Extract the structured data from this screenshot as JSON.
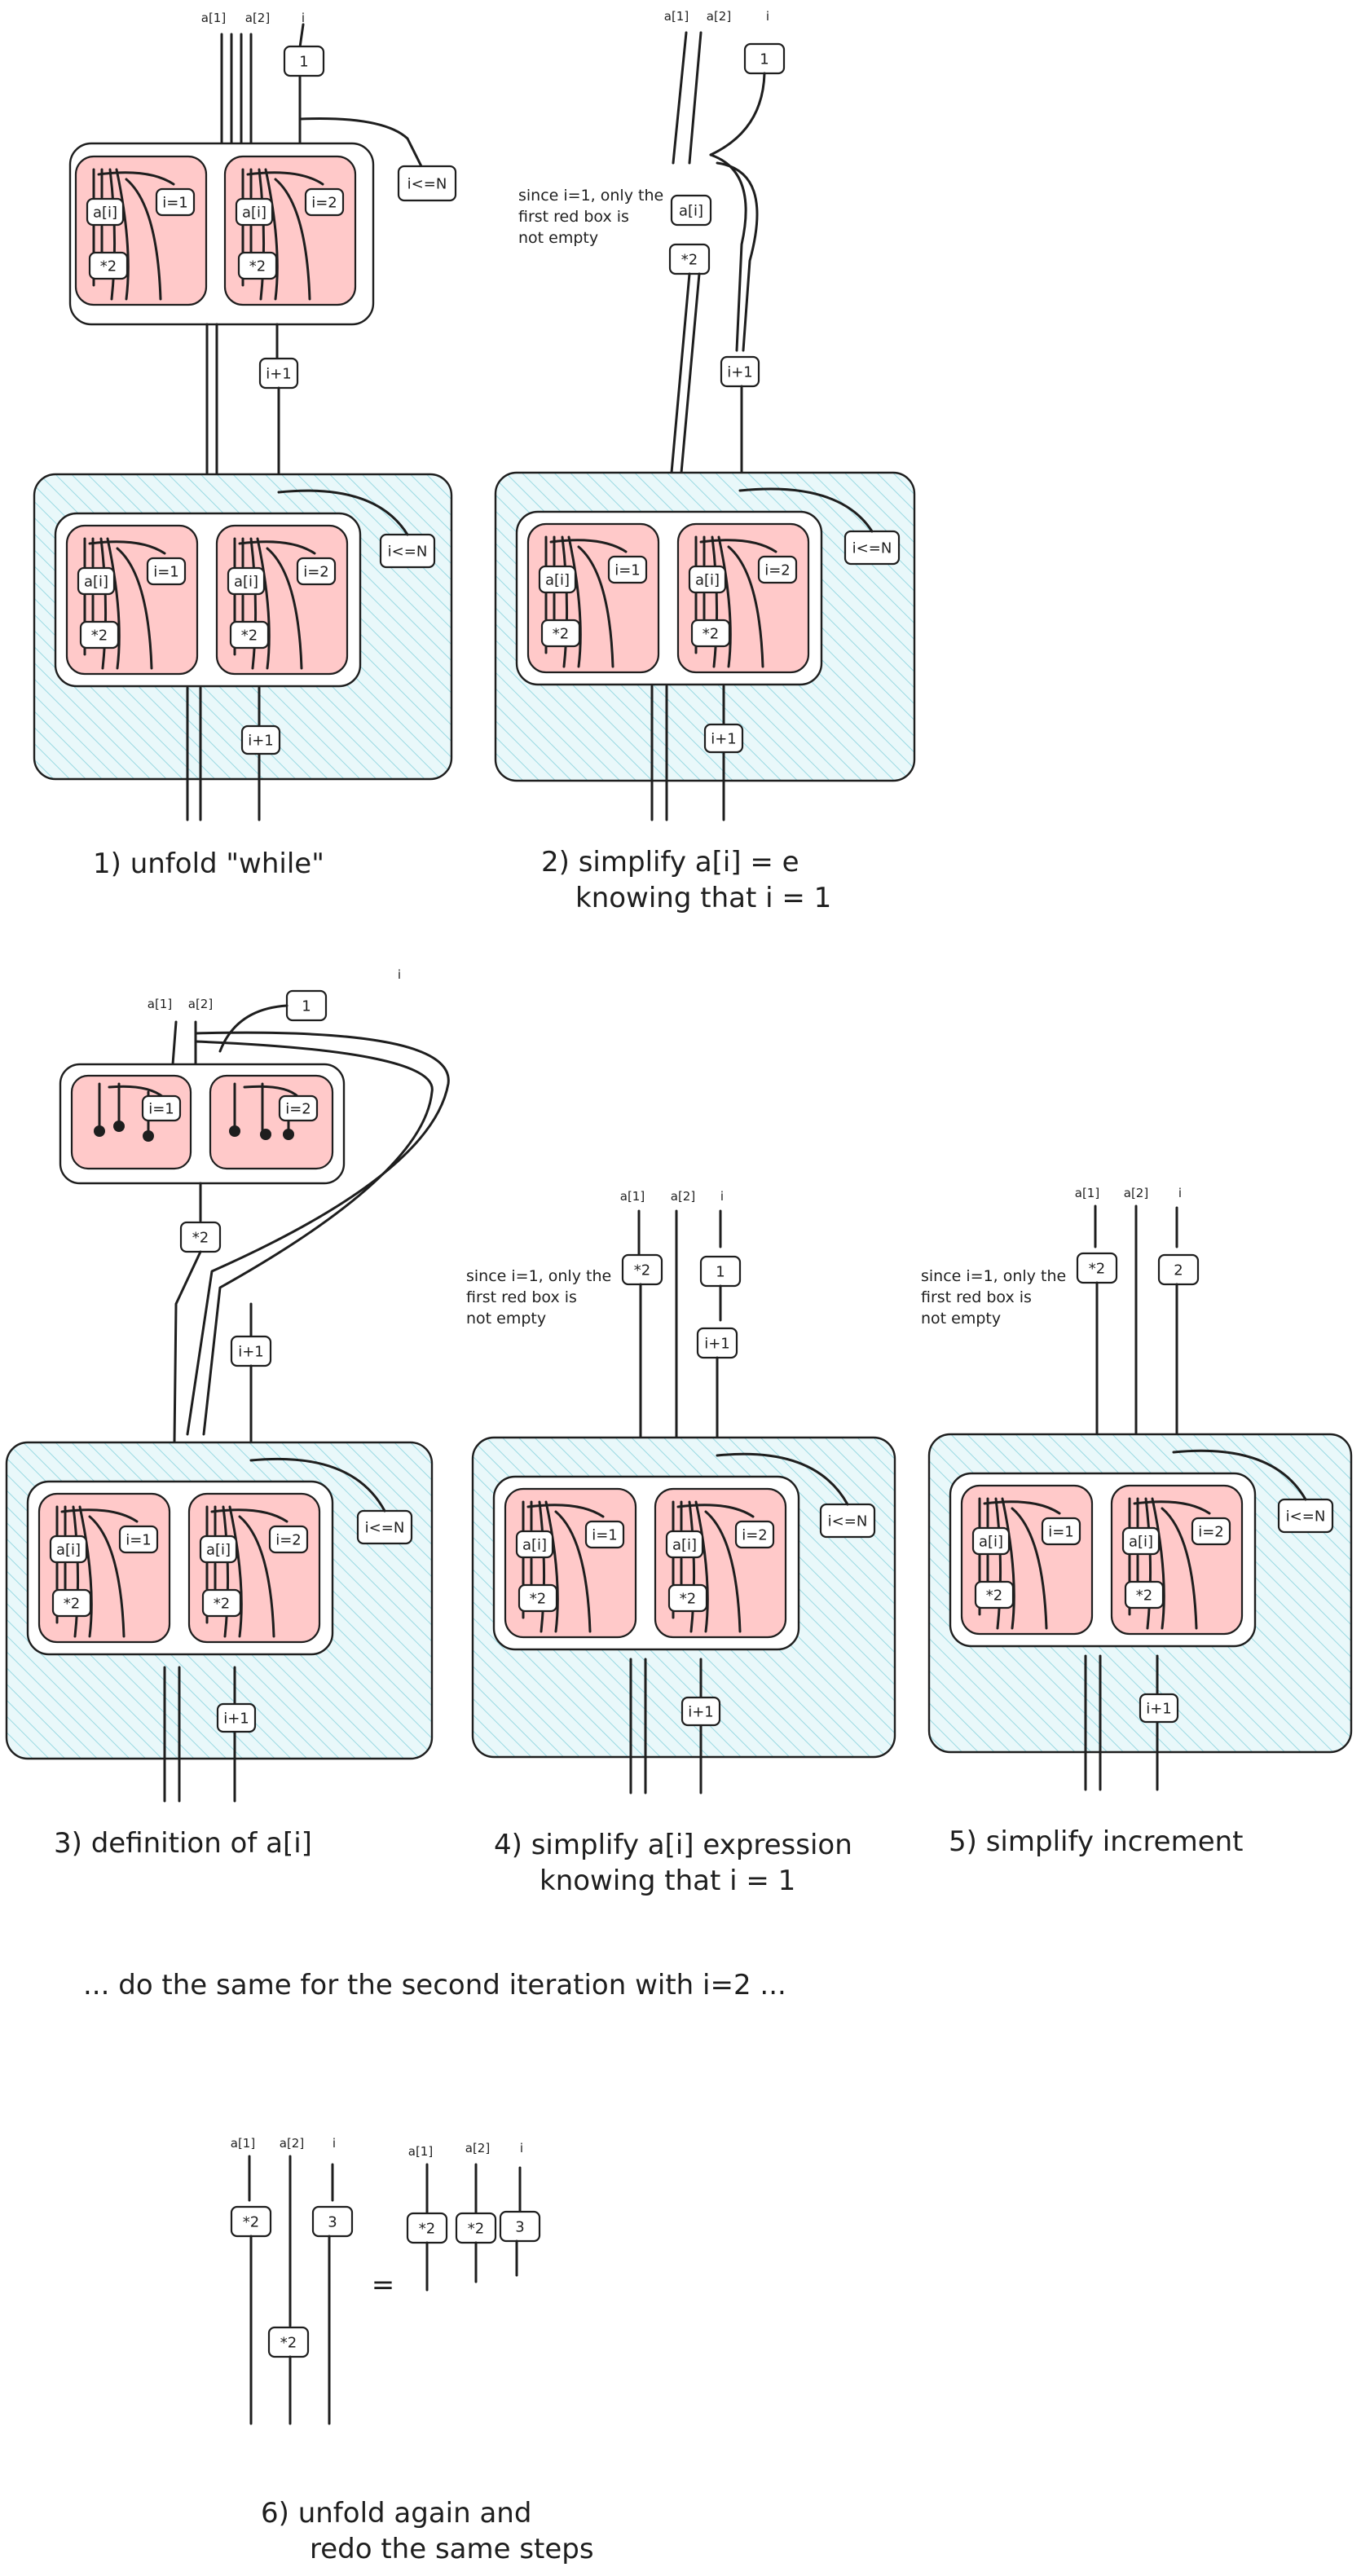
{
  "labels": {
    "a1": "a[1]",
    "a2": "a[2]",
    "i": "i",
    "one": "1",
    "two": "2",
    "three": "3",
    "cond": "i<=N",
    "inc": "i+1",
    "ai": "a[i]",
    "times2": "*2",
    "eq1": "i=1",
    "eq2": "i=2",
    "equals": "="
  },
  "notes": {
    "first_red_box": [
      "since i=1, only the",
      "first red box is",
      "not empty"
    ]
  },
  "captions": {
    "step1": "1) unfold \"while\"",
    "step2a": "2) simplify a[i] = e",
    "step2b": "knowing that i = 1",
    "step3": "3) definition of a[i]",
    "step4a": "4) simplify a[i] expression",
    "step4b": "knowing that i = 1",
    "step5": "5) simplify increment",
    "middle": "... do the same for the second iteration with i=2 ...",
    "step6a": "6) unfold again and",
    "step6b": "redo the same steps"
  },
  "colors": {
    "ink": "#1e1e1e",
    "red_box": "#ffc9c9",
    "blue_box": "#a5e3ea",
    "hatch": "#8fd3dc"
  }
}
